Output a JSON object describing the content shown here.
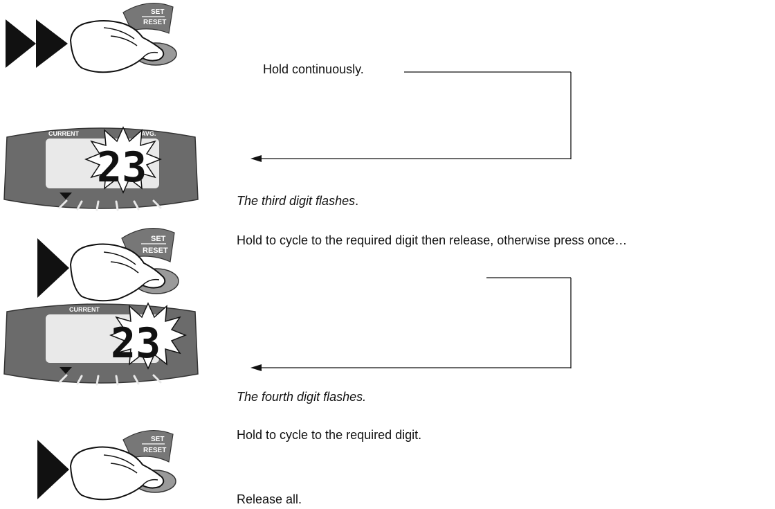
{
  "steps": {
    "hold_continuously": "Hold continuously.",
    "third_digit": "The third digit flashes",
    "third_digit_period": ".",
    "hold_cycle_release": "Hold to cycle to the required digit then release, otherwise press once…",
    "fourth_digit": "The fourth digit flashes.",
    "hold_cycle": "Hold to cycle to the required digit.",
    "release_all": "Release all."
  },
  "button": {
    "set": "SET",
    "reset": "RESET"
  },
  "display": {
    "current_label": "CURRENT",
    "avg_label": "AVG.",
    "digits": "23"
  },
  "icons": [
    "double-play-arrow-icon",
    "play-arrow-icon",
    "hand-press-icon",
    "starburst-icon",
    "down-triangle-icon"
  ],
  "colors": {
    "ink": "#111111",
    "display_body": "#6b6b6b",
    "display_screen": "#e9e9e9",
    "button_face": "#8a8a8a"
  }
}
